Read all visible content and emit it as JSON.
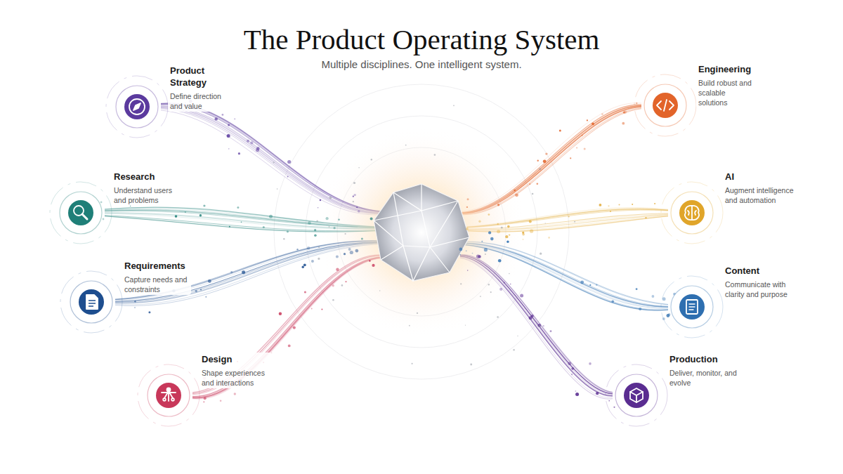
{
  "diagram": {
    "title": "The Product Operating System",
    "caption": "Multiple disciplines. One intelligent system.",
    "nodes": [
      {
        "text": [
          "Product Strategy",
          "Define direction and value"
        ]
      },
      {
        "text": [
          "Engineering",
          "Build robust and scalable solutions"
        ]
      },
      {
        "text": [
          "Research",
          "Understand users and problems"
        ]
      },
      {
        "text": [
          "AI",
          "Augment intelligence and automation"
        ]
      },
      {
        "text": [
          "Requirements",
          "Capture needs and constraints"
        ]
      },
      {
        "text": [
          "Content",
          "Communicate with clarity and purpose"
        ]
      },
      {
        "text": [
          "Design",
          "Shape experiences and interactions"
        ]
      },
      {
        "text": [
          "Production",
          "Deliver, monitor, and evolve"
        ]
      }
    ]
  }
}
